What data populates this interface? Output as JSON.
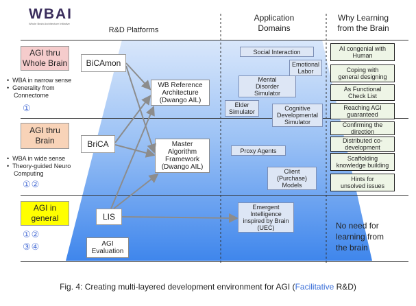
{
  "logo": {
    "text": "WBAI",
    "subtitle": "Whole Brain Architecture Initiative"
  },
  "headers": {
    "rd_platforms": "R&D Platforms",
    "application_domains": "Application\nDomains",
    "why_learning": "Why Learning\nfrom the Brain"
  },
  "levels": [
    {
      "label": "AGI thru\nWhole Brain",
      "color": "#f5cccc",
      "bullets": [
        "WBA in narrow sense",
        "Generality from Connectome"
      ],
      "circled": "①"
    },
    {
      "label": "AGI thru\nBrain",
      "color": "#f8d3b8",
      "bullets": [
        "WBA in wide sense",
        "Theory-guided Neuro Computing"
      ],
      "circled": "①②"
    },
    {
      "label": "AGI in\ngeneral",
      "color": "#ffff00",
      "bullets": [],
      "circled": "①②\n③④"
    }
  ],
  "platforms": {
    "bicamon": "BiCAmon",
    "brica": "BriCA",
    "lis": "LIS",
    "agi_evaluation": "AGI\nEvaluation"
  },
  "architectures": {
    "wb_reference": "WB Reference\nArchitecture\n(Dwango AIL)",
    "master_algorithm": "Master\nAlgorithm\nFramework\n(Dwango AIL)"
  },
  "domains": {
    "social_interaction": "Social Interaction",
    "emotional_labor": "Emotional\nLabor",
    "mental_disorder": "Mental\nDisorder\nSimulator",
    "elder_simulator": "Elder\nSimulator",
    "cognitive_dev": "Cognitive\nDevelopmental\nSimulator",
    "proxy_agents": "Proxy Agents",
    "client_models": "Client\n(Purchase)\nModels",
    "emergent_intelligence": "Emergent\nIntelligence\ninspired by Brain\n(UEC)"
  },
  "why": [
    "AI congenial with\nHuman",
    "Coping with\ngeneral designing",
    "As Functional\nCheck List",
    "Reaching AGI\nguaranteed",
    "Confirming the\ndirection",
    "Distributed co-\ndevelopment",
    "Scaffolding\nknowledge building",
    "Hints for\nunsolved issues"
  ],
  "no_need": "No need for\nlearning from\nthe brain",
  "caption": {
    "prefix": "Fig. 4: Creating multi-layered development environment for AGI (",
    "highlight": "Facilitative",
    "suffix": " R&D)"
  },
  "colors": {
    "accent_blue": "#3d7fe8",
    "caption_highlight": "#3b6fd8",
    "circled": "#4a6fd6"
  }
}
